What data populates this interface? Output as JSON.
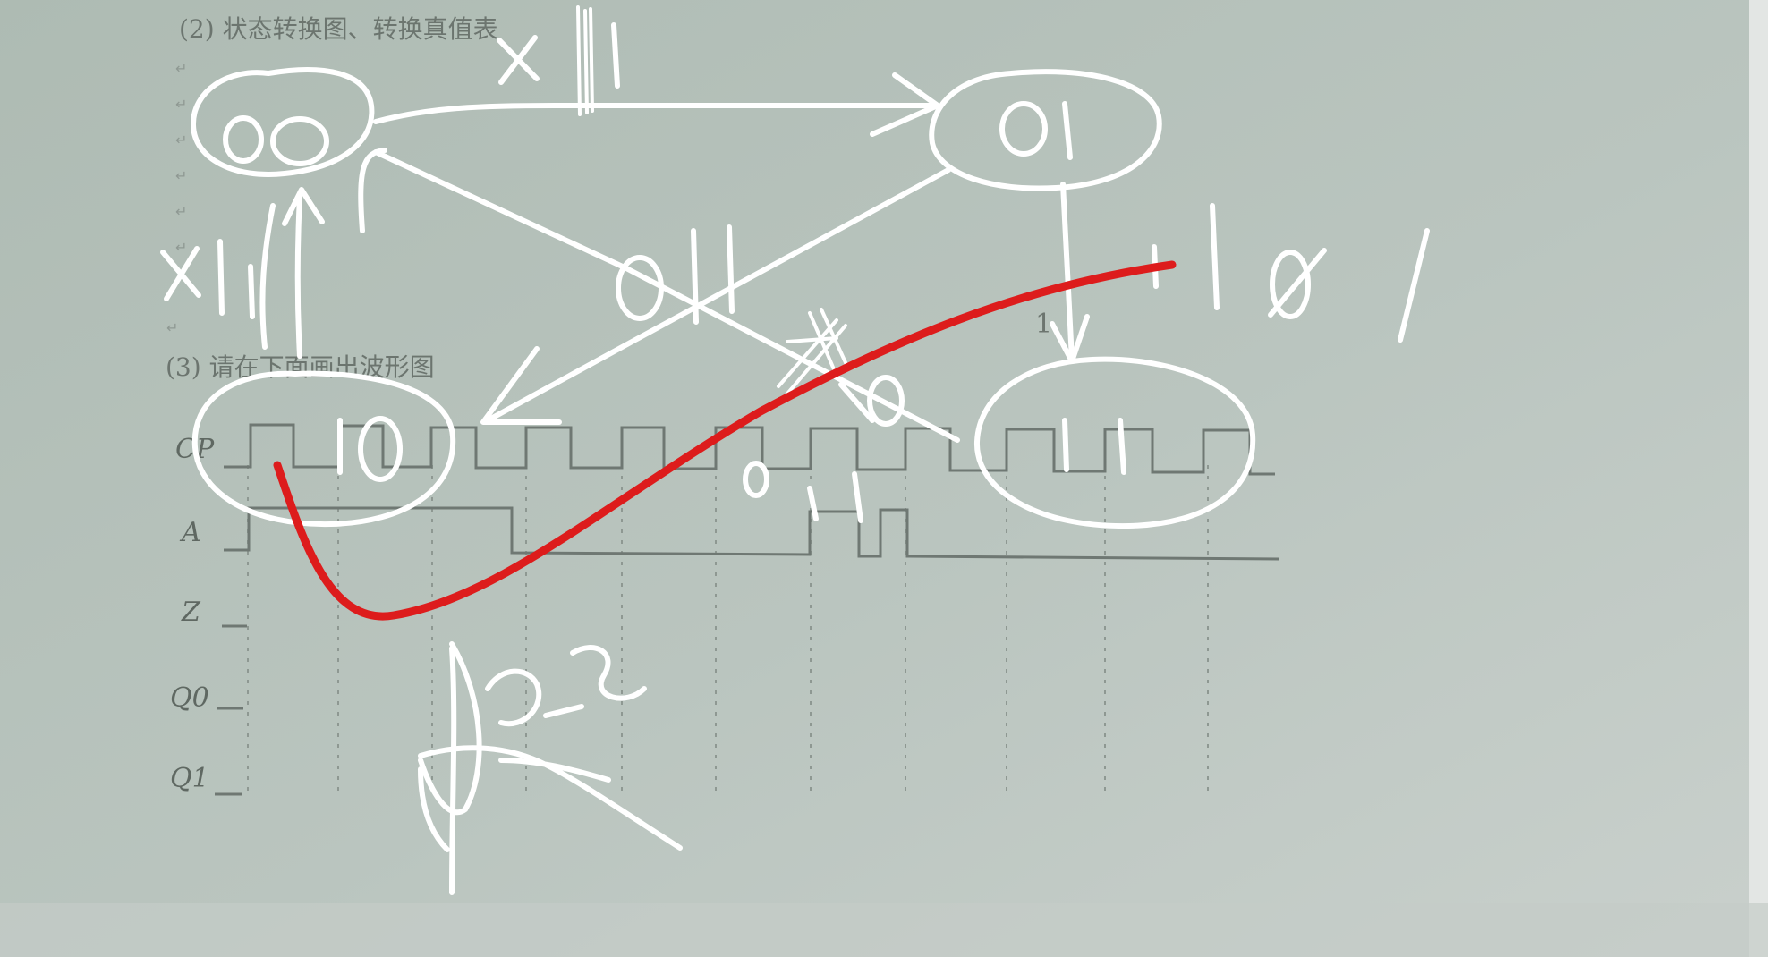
{
  "document": {
    "section2_title": "(2) 状态转换图、转换真值表",
    "section3_title": "(3) 请在下面画出波形图",
    "signal_labels": [
      "CP",
      "A",
      "Z",
      "Q0",
      "Q1"
    ],
    "stray_mark": "1"
  },
  "handwriting": {
    "states": [
      "00",
      "01",
      "10",
      "11"
    ],
    "edge_labels": [
      "x/1",
      "x/1",
      "0/1",
      "0/1",
      "1/0",
      "0/1",
      "1/0"
    ]
  },
  "colors": {
    "paper": "#b6c2bb",
    "printed_text": "#6c756f",
    "pen_white": "#ffffff",
    "pen_red": "#dd1c1c"
  }
}
